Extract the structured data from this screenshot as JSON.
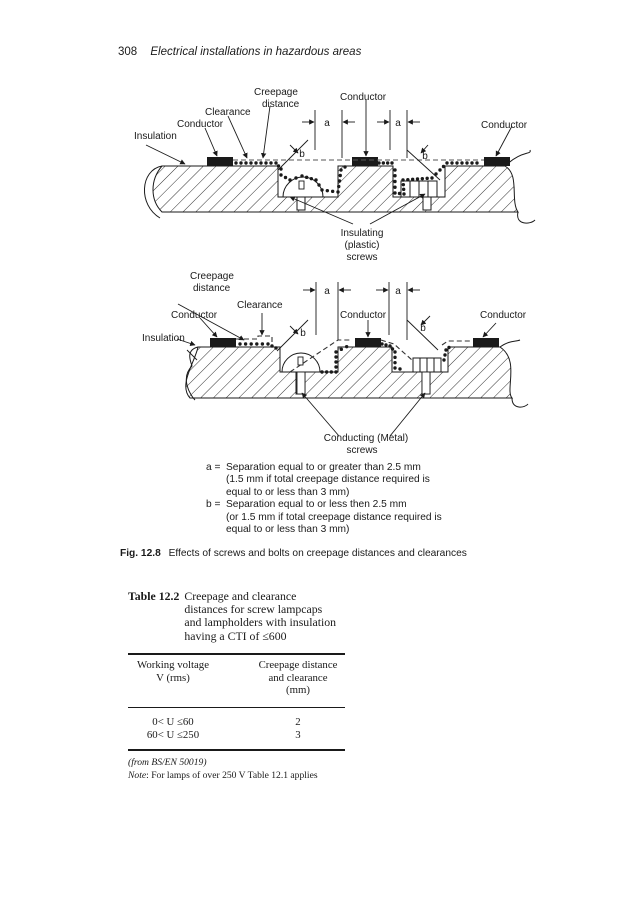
{
  "header": {
    "page_number": "308",
    "running_title": "Electrical installations in hazardous areas"
  },
  "figure": {
    "top_diagram": {
      "labels": {
        "creepage_line1": "Creepage",
        "creepage_line2": "distance",
        "clearance": "Clearance",
        "conductor_left": "Conductor",
        "insulation": "Insulation",
        "conductor_center": "Conductor",
        "conductor_right": "Conductor",
        "dim_a1": "a",
        "dim_a2": "a",
        "dim_b1": "b",
        "dim_b2": "b",
        "screws_line1": "Insulating",
        "screws_line2": "(plastic)",
        "screws_line3": "screws"
      }
    },
    "bottom_diagram": {
      "labels": {
        "creepage_line1": "Creepage",
        "creepage_line2": "distance",
        "clearance": "Clearance",
        "conductor_left": "Conductor",
        "insulation": "Insulation",
        "conductor_center": "Conductor",
        "conductor_right": "Conductor",
        "dim_a1": "a",
        "dim_a2": "a",
        "dim_b1": "b",
        "dim_b2": "b",
        "screws_line1": "Conducting (Metal)",
        "screws_line2": "screws"
      }
    },
    "legend": [
      {
        "key": "a =",
        "text": "Separation equal to or greater than 2.5 mm\n(1.5 mm if total creepage distance required is\nequal to or less than 3 mm)"
      },
      {
        "key": "b =",
        "text": "Separation equal to or less then 2.5 mm\n(or 1.5 mm if total creepage distance required is\nequal to or less than 3 mm)"
      }
    ],
    "caption_label": "Fig. 12.8",
    "caption_text": "Effects of screws and bolts on creepage distances and clearances"
  },
  "table": {
    "label": "Table 12.2",
    "title": "Creepage and clearance distances for screw lampcaps and lampholders with insulation having a CTI of ≤600",
    "columns": [
      {
        "line1": "Working voltage",
        "line2": "V (rms)",
        "line3": ""
      },
      {
        "line1": "Creepage distance",
        "line2": "and clearance",
        "line3": "(mm)"
      }
    ],
    "rows": [
      {
        "voltage": "0< U ≤60",
        "distance": "2"
      },
      {
        "voltage": "60< U ≤250",
        "distance": "3"
      }
    ],
    "source": "(from BS/EN 50019)",
    "note_label": "Note",
    "note_text": ": For lamps of over 250 V Table 12.1 applies"
  }
}
